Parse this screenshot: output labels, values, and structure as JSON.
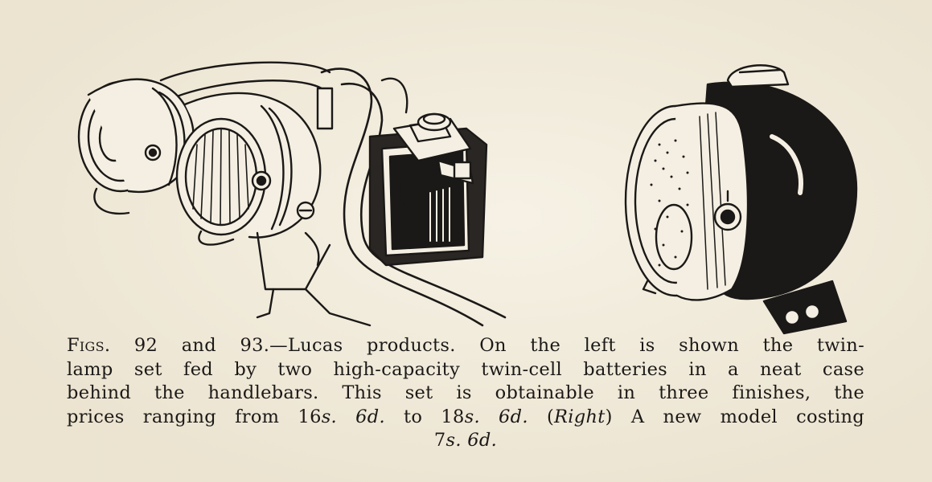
{
  "caption": {
    "fig_label": "Figs.",
    "line1_rest": " 92 and 93.—Lucas products.  On the left is shown the twin-",
    "line2": "lamp set fed by two high-capacity twin-cell batteries in a neat case",
    "line3": "behind the handlebars.  This set is obtainable in three finishes, the",
    "line4_a": "prices ranging from 16",
    "line4_s1": "s. 6d.",
    "line4_b": " to 18",
    "line4_s2": "s. 6d.",
    "line4_c": "   (",
    "line4_right": "Right",
    "line4_d": ") A new model costing",
    "line5_a": "7",
    "line5_s": "s. 6d."
  },
  "colors": {
    "paper": "#f1ead9",
    "ink": "#1b1917"
  },
  "illustrations": {
    "left": "twin-lamp-set-on-handlebars",
    "right": "single-bicycle-lamp"
  }
}
